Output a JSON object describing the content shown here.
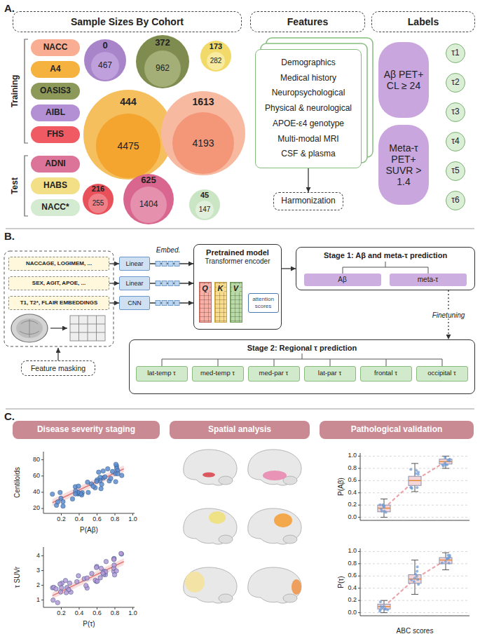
{
  "diagram": {
    "nodes": [
      {
        "text": [
          "Sample Sizes By Cohort"
        ]
      },
      {
        "text": [
          "Features"
        ]
      },
      {
        "text": [
          "Labels"
        ]
      },
      {
        "text": [
          "NACC"
        ]
      },
      {
        "text": [
          "A4"
        ]
      },
      {
        "text": [
          "OASIS3"
        ]
      },
      {
        "text": [
          "AIBL"
        ]
      },
      {
        "text": [
          "FHS"
        ]
      },
      {
        "text": [
          "ADNI"
        ]
      },
      {
        "text": [
          "HABS"
        ]
      },
      {
        "text": [
          "NACC*"
        ]
      },
      {
        "text": [
          "0"
        ]
      },
      {
        "text": [
          "467"
        ],
        "in": 11
      },
      {
        "text": [
          "372"
        ]
      },
      {
        "text": [
          "962"
        ],
        "in": 13
      },
      {
        "text": [
          "173"
        ]
      },
      {
        "text": [
          "282"
        ],
        "in": 15
      },
      {
        "text": [
          "444"
        ]
      },
      {
        "text": [
          "4475"
        ],
        "in": 17
      },
      {
        "text": [
          "1613"
        ]
      },
      {
        "text": [
          "4193"
        ],
        "in": 19
      },
      {
        "text": [
          "216"
        ]
      },
      {
        "text": [
          "255"
        ],
        "in": 21
      },
      {
        "text": [
          "625"
        ]
      },
      {
        "text": [
          "1404"
        ],
        "in": 23
      },
      {
        "text": [
          "45"
        ]
      },
      {
        "text": [
          "147"
        ],
        "in": 25
      },
      {
        "text": [
          "Demographics",
          "Medical history",
          "Neuropsychological",
          "Physical & neurological",
          "APOE-ε4 genotype",
          "Multi-modal MRI",
          "CSF & plasma"
        ]
      },
      {
        "text": [
          "Harmonization"
        ]
      },
      {
        "text": [
          "Aβ PET+ CL ≥ 24"
        ]
      },
      {
        "text": [
          "Meta-τ PET+ SUVR > 1.4"
        ]
      },
      {
        "text": [
          "τ1"
        ]
      },
      {
        "text": [
          "τ2"
        ]
      },
      {
        "text": [
          "τ3"
        ]
      },
      {
        "text": [
          "τ4"
        ]
      },
      {
        "text": [
          "τ5"
        ]
      },
      {
        "text": [
          "τ6"
        ]
      },
      {
        "text": [
          "NACCAGE, LOGIMEM, ..."
        ]
      },
      {
        "text": [
          "SEX, AGIT, APOE, ..."
        ]
      },
      {
        "text": [
          "T1, T2*, FLAIR EMBEDDINGS"
        ]
      },
      {
        "text": [
          "Linear"
        ]
      },
      {
        "text": [
          "Linear"
        ]
      },
      {
        "text": [
          "CNN"
        ]
      },
      {
        "text": [
          "Pretrained model",
          "Transformer encoder"
        ]
      },
      {
        "text": [
          "Q"
        ],
        "in": 43
      },
      {
        "text": [
          "K"
        ],
        "in": 43
      },
      {
        "text": [
          "V"
        ],
        "in": 43
      },
      {
        "text": [
          "attention scores"
        ],
        "in": 43
      },
      {
        "text": [
          "Stage 1: Aβ and meta-τ prediction"
        ]
      },
      {
        "text": [
          "Aβ"
        ],
        "in": 48
      },
      {
        "text": [
          "meta-τ"
        ],
        "in": 48
      },
      {
        "text": [
          "Stage 2: Regional τ prediction"
        ]
      },
      {
        "text": [
          "lat-temp τ"
        ],
        "in": 51
      },
      {
        "text": [
          "med-temp τ"
        ],
        "in": 51
      },
      {
        "text": [
          "med-par τ"
        ],
        "in": 51
      },
      {
        "text": [
          "lat-par τ"
        ],
        "in": 51
      },
      {
        "text": [
          "frontal τ"
        ],
        "in": 51
      },
      {
        "text": [
          "occipital τ"
        ],
        "in": 51
      },
      {
        "text": [
          "Feature masking"
        ]
      },
      {
        "text": [
          "Disease severity staging"
        ]
      },
      {
        "text": [
          "Spatial analysis"
        ]
      },
      {
        "text": [
          "Pathological validation"
        ]
      }
    ],
    "edges": [
      {
        "from": 27,
        "to": 28,
        "arrow": "to"
      },
      {
        "from": 37,
        "to": 40,
        "arrow": "to"
      },
      {
        "from": 38,
        "to": 41,
        "arrow": "to"
      },
      {
        "from": 39,
        "to": 42,
        "arrow": "to"
      },
      {
        "from": 40,
        "to": 43,
        "arrow": "to"
      },
      {
        "from": 41,
        "to": 43,
        "arrow": "to"
      },
      {
        "from": 42,
        "to": 43,
        "arrow": "to"
      },
      {
        "from": 46,
        "to": 47,
        "arrow": "to"
      },
      {
        "from": 43,
        "to": 48,
        "arrow": "to"
      },
      {
        "from": 48,
        "to": 51,
        "label": "Finetuning",
        "arrow": "to"
      }
    ],
    "labels": [
      "A.",
      "Training",
      "Test",
      "B.",
      "Embed.",
      "C.",
      "Centiloids",
      "20",
      "40",
      "60",
      "80",
      "0.2",
      "0.4",
      "0.6",
      "0.8",
      "1.0",
      "P(Aβ)",
      "τ SUVr",
      "1",
      "2",
      "3",
      "4",
      "0.2",
      "0.4",
      "0.6",
      "0.8",
      "1.0",
      "P(τ)",
      "P(Aβ)",
      "0.0",
      "0.2",
      "0.4",
      "0.6",
      "0.8",
      "1.0",
      "P(τ)",
      "0.0",
      "0.2",
      "0.4",
      "0.6",
      "0.8",
      "1.0",
      "ABC scores"
    ]
  }
}
